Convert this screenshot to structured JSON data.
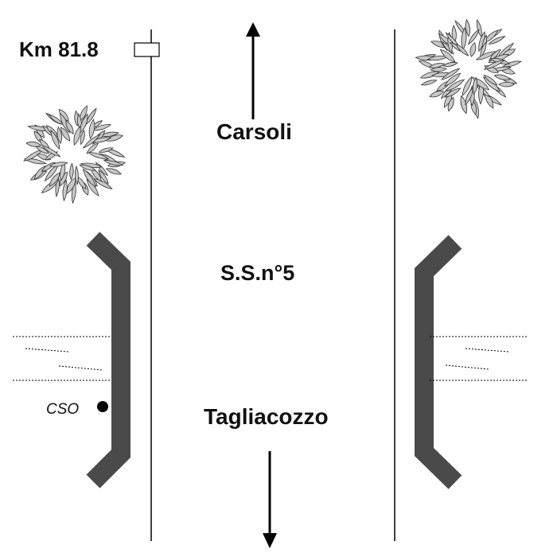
{
  "road": {
    "name": "S.S.n°5",
    "north_destination": "Carsoli",
    "south_destination": "Tagliacozzo",
    "kilometer_marker": "Km 81.8"
  },
  "station": {
    "label": "CSO"
  },
  "colors": {
    "line": "#000000",
    "barrier": "#4a4a4a",
    "foliage_fill": "#c8c8c8",
    "foliage_stroke": "#333333"
  },
  "icons": [
    "tree-canopy-icon",
    "north-arrow-icon",
    "south-arrow-icon",
    "station-dot-icon"
  ]
}
